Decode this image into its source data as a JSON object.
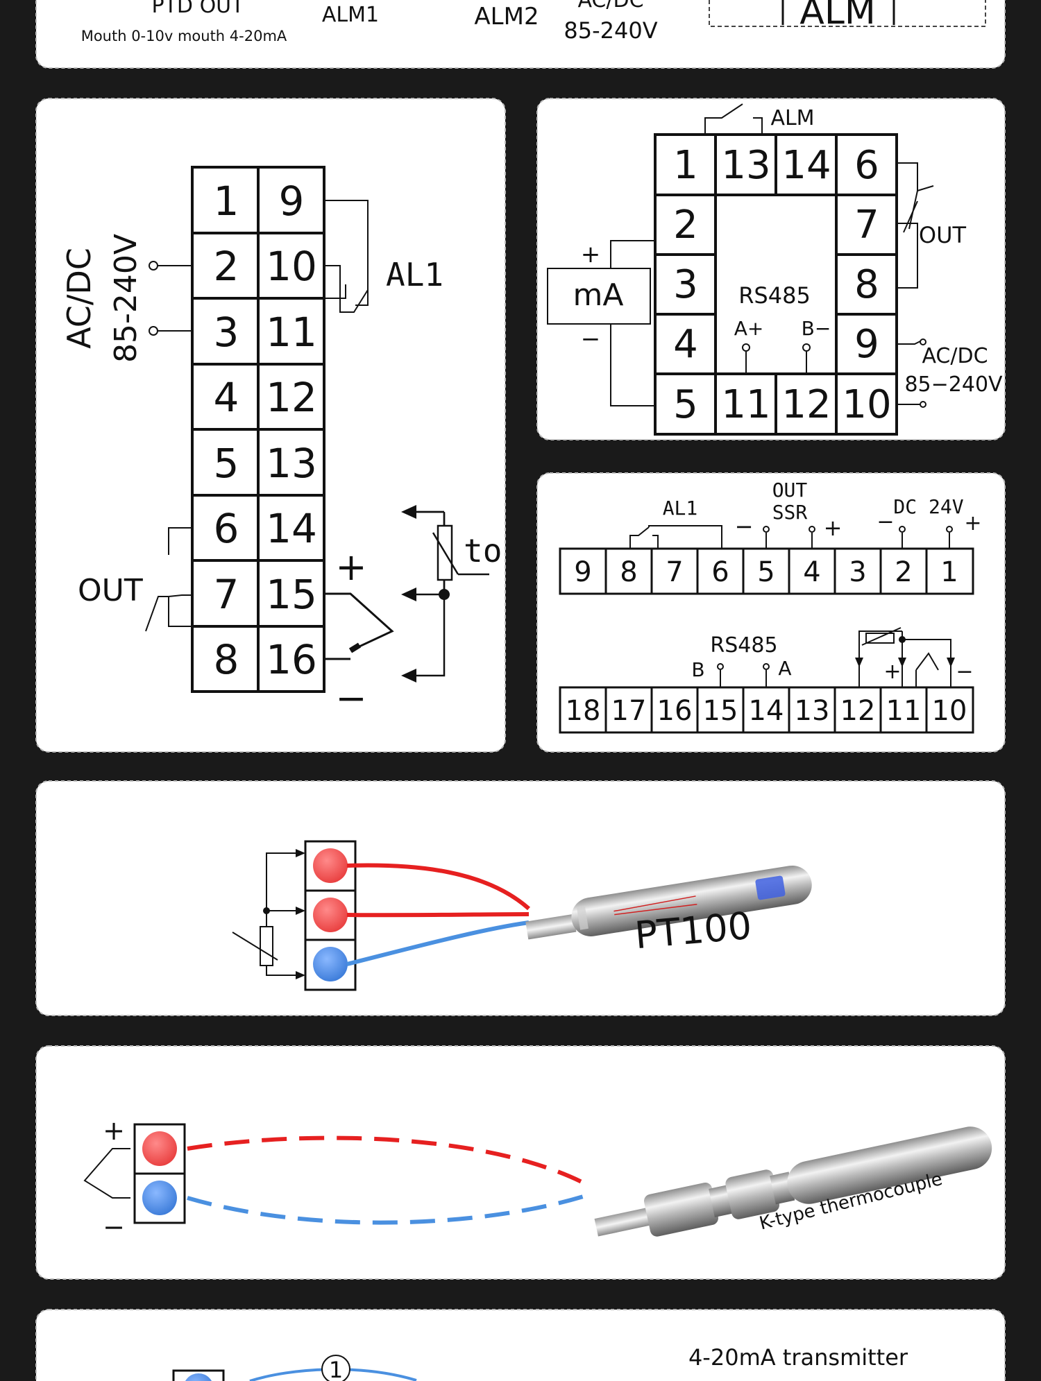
{
  "top_strip": {
    "ptd_out": "PTD OUT",
    "mouth": "Mouth 0-10v mouth 4-20mA",
    "alm1": "ALM1",
    "alm2": "ALM2",
    "acdc": "AC/DC",
    "voltage": "85-240V",
    "alm_box": "ALM"
  },
  "panel_a": {
    "supply_line1": "AC/DC",
    "supply_line2": "85-240V",
    "out": "OUT",
    "al1": "AL1",
    "to": "to",
    "plus": "+",
    "minus": "−",
    "left_terminals": [
      "1",
      "2",
      "3",
      "4",
      "5",
      "6",
      "7",
      "8"
    ],
    "right_terminals": [
      "9",
      "10",
      "11",
      "12",
      "13",
      "14",
      "15",
      "16"
    ]
  },
  "panel_b": {
    "alm": "ALM",
    "out": "OUT",
    "ma": "mA",
    "plus": "+",
    "minus": "−",
    "rs485": "RS485",
    "a_plus": "A+",
    "b_minus": "B−",
    "acdc": "AC/DC",
    "voltage": "85−240V",
    "top_row": [
      "1",
      "13",
      "14",
      "6"
    ],
    "left_col": [
      "2",
      "3",
      "4"
    ],
    "right_col": [
      "7",
      "8",
      "9"
    ],
    "bottom_row": [
      "5",
      "11",
      "12",
      "10"
    ]
  },
  "panel_c": {
    "al1": "AL1",
    "out": "OUT",
    "ssr": "SSR",
    "dc24": "DC 24V",
    "rs485": "RS485",
    "b": "B",
    "a": "A",
    "row1": [
      "9",
      "8",
      "7",
      "6",
      "5",
      "4",
      "3",
      "2",
      "1"
    ],
    "row2": [
      "18",
      "17",
      "16",
      "15",
      "14",
      "13",
      "12",
      "11",
      "10"
    ]
  },
  "panel_pt100": {
    "label": "PT100"
  },
  "panel_k": {
    "label": "K-type thermocouple",
    "plus": "+",
    "minus": "−"
  },
  "panel_bottom": {
    "label": "4-20mA transmitter",
    "num": "1"
  }
}
